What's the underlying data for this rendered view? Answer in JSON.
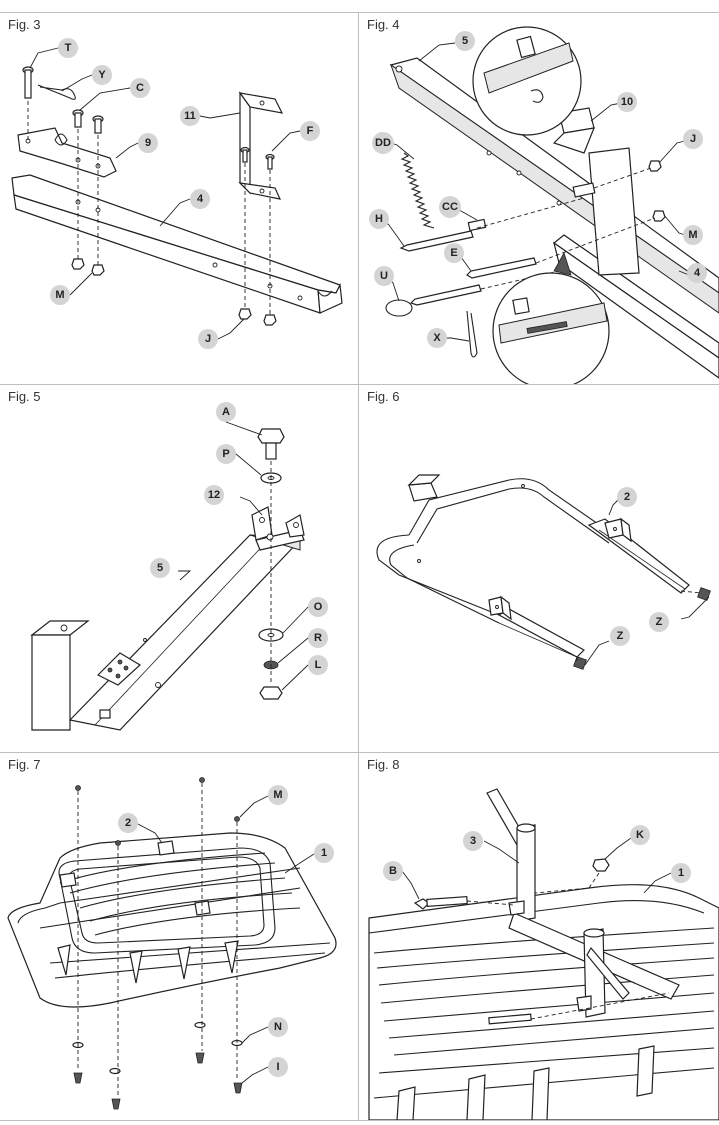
{
  "figures": [
    {
      "title": "Fig. 3",
      "callouts": [
        "T",
        "Y",
        "C",
        "9",
        "11",
        "F",
        "4",
        "M",
        "J"
      ]
    },
    {
      "title": "Fig. 4",
      "callouts": [
        "5",
        "10",
        "DD",
        "J",
        "CC",
        "H",
        "M",
        "E",
        "U",
        "4",
        "X"
      ]
    },
    {
      "title": "Fig. 5",
      "callouts": [
        "A",
        "P",
        "12",
        "5",
        "O",
        "R",
        "L"
      ]
    },
    {
      "title": "Fig. 6",
      "callouts": [
        "2",
        "Z",
        "Z"
      ]
    },
    {
      "title": "Fig. 7",
      "callouts": [
        "2",
        "M",
        "1",
        "N",
        "I"
      ]
    },
    {
      "title": "Fig. 8",
      "callouts": [
        "3",
        "K",
        "B",
        "1"
      ]
    }
  ]
}
